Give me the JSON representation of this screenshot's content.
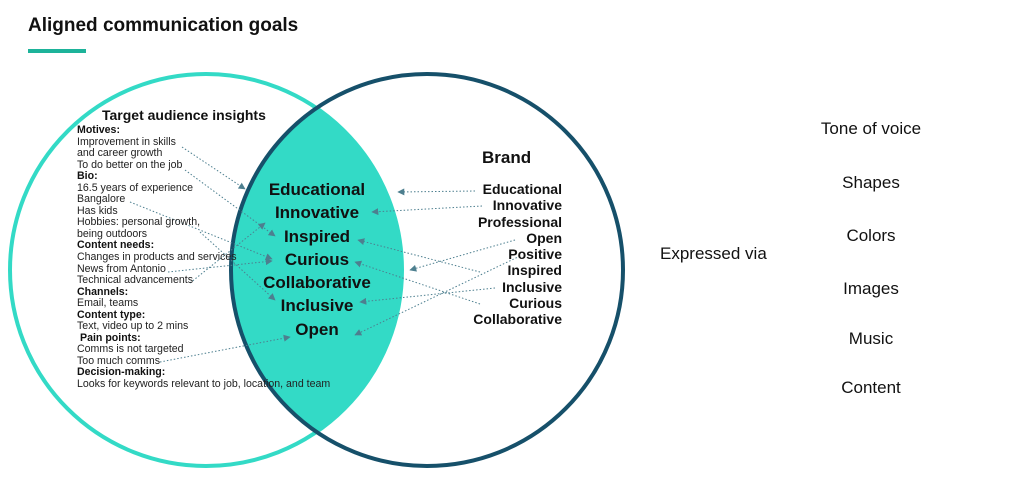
{
  "title": "Aligned communication goals",
  "colors": {
    "accent": "#33dac6",
    "brand_circle": "#16506a",
    "arrow": "#4d7f8f"
  },
  "audience": {
    "title": "Target audience insights",
    "sections": [
      {
        "heading": "Motives:",
        "lines": [
          "Improvement in skills",
          "and career growth",
          "To do better on the job"
        ]
      },
      {
        "heading": "Bio:",
        "lines": [
          "16.5 years of experience",
          "Bangalore",
          "Has kids",
          "Hobbies: personal growth,",
          "being outdoors"
        ]
      },
      {
        "heading": "Content needs:",
        "lines": [
          "Changes in products and services",
          "News from Antonio",
          "Technical advancements"
        ]
      },
      {
        "heading": "Channels:",
        "lines": [
          "Email, teams"
        ]
      },
      {
        "heading": "Content type:",
        "lines": [
          "Text, video up to 2 mins"
        ]
      },
      {
        "heading": "Pain points:",
        "lines": [
          "Comms is not targeted",
          "Too much comms"
        ]
      },
      {
        "heading": "Decision-making:",
        "lines": [
          "Looks for keywords relevant to job, location, and team"
        ]
      }
    ]
  },
  "shared": [
    "Educational",
    "Innovative",
    "Inspired",
    "Curious",
    "Collaborative",
    "Inclusive",
    "Open"
  ],
  "brand": {
    "title": "Brand",
    "items": [
      "Educational",
      "Innovative",
      "Professional",
      "Open",
      "Positive",
      "Inspired",
      "Inclusive",
      "Curious",
      "Collaborative"
    ]
  },
  "expressed_via": "Expressed via",
  "channels": [
    "Tone of voice",
    "Shapes",
    "Colors",
    "Images",
    "Music",
    "Content"
  ]
}
